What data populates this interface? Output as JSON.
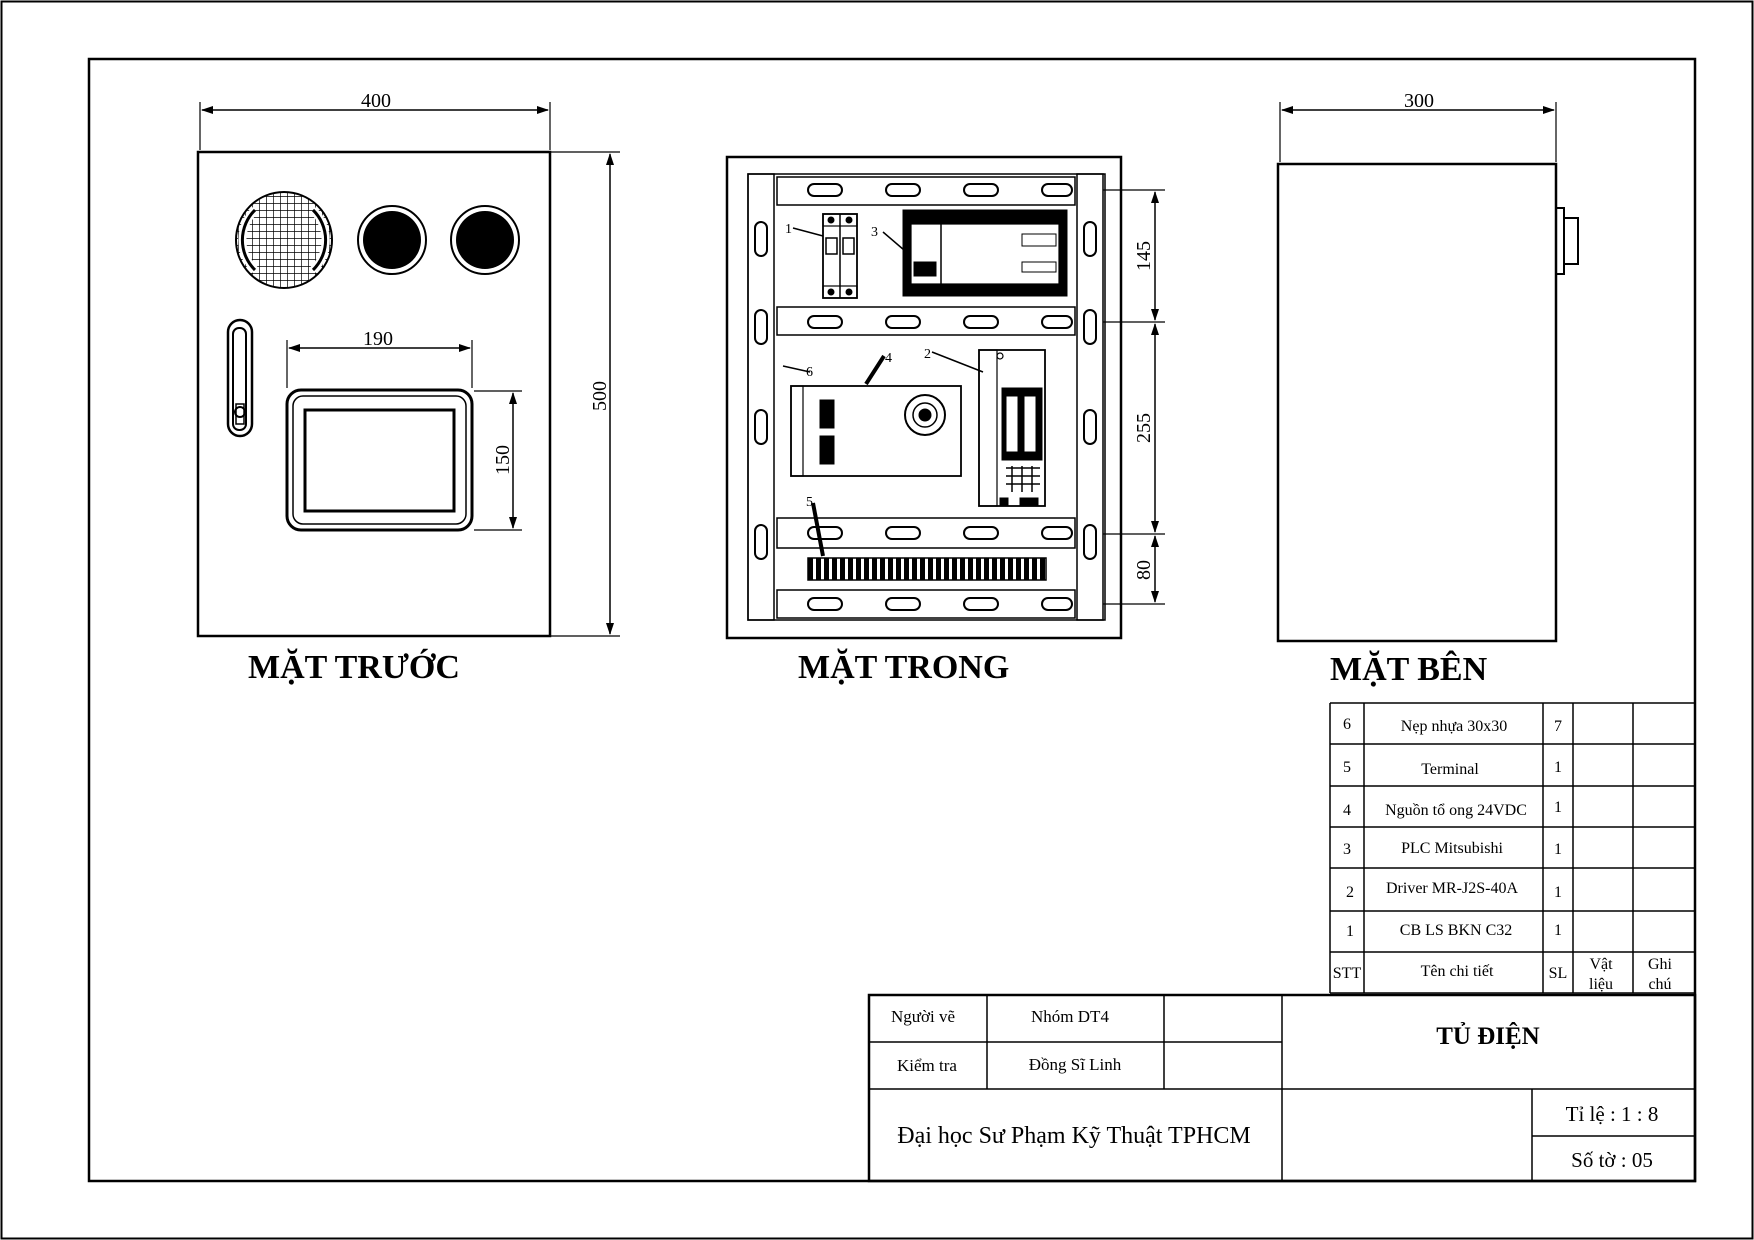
{
  "dimensions": {
    "front_width": "400",
    "front_height": "500",
    "screen_width": "190",
    "screen_height": "150",
    "inner_top": "145",
    "inner_middle": "255",
    "inner_bottom": "80",
    "side_depth": "300"
  },
  "views": {
    "front": "MẶT TRƯỚC",
    "inner": "MẶT TRONG",
    "side": "MẶT BÊN"
  },
  "callouts": [
    "1",
    "2",
    "3",
    "4",
    "5",
    "6"
  ],
  "parts_table": {
    "headers": {
      "stt": "STT",
      "name": "Tên chi tiết",
      "qty": "SL",
      "material_1": "Vật",
      "material_2": "liệu",
      "note_1": "Ghi",
      "note_2": "chú"
    },
    "rows": [
      {
        "stt": "6",
        "name": "Nẹp nhựa 30x30",
        "qty": "7"
      },
      {
        "stt": "5",
        "name": "Terminal",
        "qty": "1"
      },
      {
        "stt": "4",
        "name": "Nguồn tổ ong 24VDC",
        "qty": "1"
      },
      {
        "stt": "3",
        "name": "PLC Mitsubishi",
        "qty": "1"
      },
      {
        "stt": "2",
        "name": "Driver MR-J2S-40A",
        "qty": "1"
      },
      {
        "stt": "1",
        "name": "CB LS BKN C32",
        "qty": "1"
      }
    ]
  },
  "title_block": {
    "drawn_by_label": "Người vẽ",
    "drawn_by": "Nhóm DT4",
    "checked_by_label": "Kiểm tra",
    "checked_by": "Đồng Sĩ Linh",
    "school": "Đại học Sư Phạm Kỹ Thuật TPHCM",
    "title": "TỦ ĐIỆN",
    "scale": "Tỉ lệ : 1 : 8",
    "sheet": "Số tờ : 05"
  }
}
